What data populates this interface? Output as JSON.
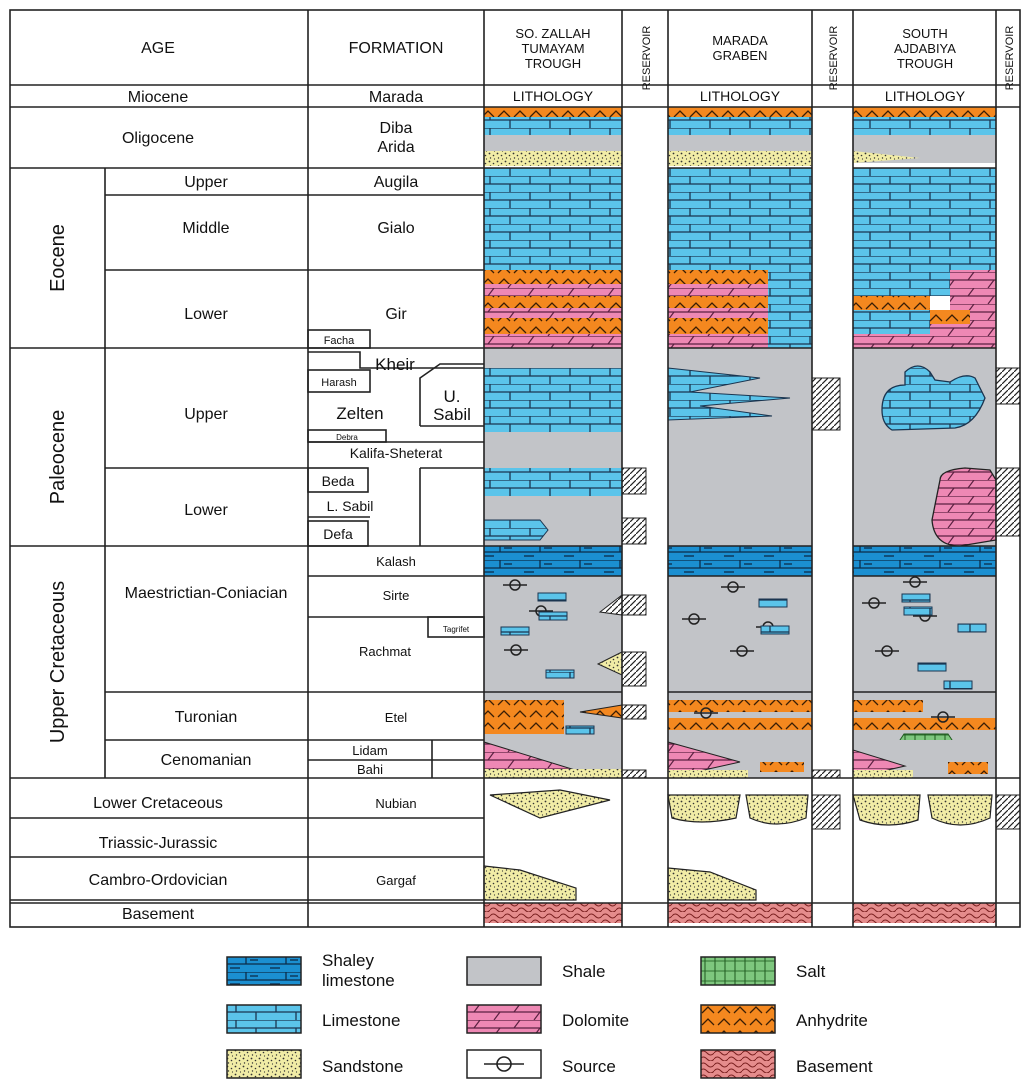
{
  "header": {
    "age": "AGE",
    "formation": "FORMATION",
    "sections": [
      {
        "title_lines": [
          "SO. ZALLAH",
          "TUMAYAM",
          "TROUGH"
        ],
        "lithology": "LITHOLOGY",
        "reservoir": "RESERVOIR"
      },
      {
        "title_lines": [
          "MARADA",
          "GRABEN"
        ],
        "lithology": "LITHOLOGY",
        "reservoir": "RESERVOIR"
      },
      {
        "title_lines": [
          "SOUTH",
          "AJDABIYA",
          "TROUGH"
        ],
        "lithology": "LITHOLOGY",
        "reservoir": "RESERVOIR"
      }
    ]
  },
  "periods": [
    "Eocene",
    "Paleocene",
    "Upper Cretaceous"
  ],
  "ages": [
    "Miocene",
    "Oligocene",
    "Upper",
    "Middle",
    "Lower",
    "Upper",
    "Lower",
    "Maestrictian-Coniacian",
    "Turonian",
    "Cenomanian",
    "Lower Cretaceous",
    "Triassic-Jurassic",
    "Cambro-Ordovician",
    "Basement"
  ],
  "formations": {
    "marada": "Marada",
    "diba_arida": [
      "Diba",
      "Arida"
    ],
    "augila": "Augila",
    "gialo": "Gialo",
    "gir": "Gir",
    "facha": "Facha",
    "kheir": "Kheir",
    "harash": "Harash",
    "zelten": "Zelten",
    "u_sabil": [
      "U.",
      "Sabil"
    ],
    "debra": "Debra",
    "kalifa_sheterat": "Kalifa-Sheterat",
    "beda": "Beda",
    "l_sabil": "L. Sabil",
    "defa": "Defa",
    "kalash": "Kalash",
    "sirte": "Sirte",
    "tagrifet": "Tagrifet",
    "rachmat": "Rachmat",
    "etel": "Etel",
    "lidam": "Lidam",
    "bahi": "Bahi",
    "nubian": "Nubian",
    "gargaf": "Gargaf"
  },
  "legend": [
    {
      "label_lines": [
        "Shaley",
        "limestone"
      ],
      "pattern": "shaley-limestone"
    },
    {
      "label_lines": [
        "Shale"
      ],
      "pattern": "shale"
    },
    {
      "label_lines": [
        "Salt"
      ],
      "pattern": "salt"
    },
    {
      "label_lines": [
        "Limestone"
      ],
      "pattern": "limestone"
    },
    {
      "label_lines": [
        "Dolomite"
      ],
      "pattern": "dolomite"
    },
    {
      "label_lines": [
        "Anhydrite"
      ],
      "pattern": "anhydrite"
    },
    {
      "label_lines": [
        "Sandstone"
      ],
      "pattern": "sandstone"
    },
    {
      "label_lines": [
        "Source"
      ],
      "pattern": "source"
    },
    {
      "label_lines": [
        "Basement"
      ],
      "pattern": "basement"
    }
  ],
  "colors": {
    "limestone": "#5bc4ea",
    "shaley_limestone": "#1b8fd1",
    "shale": "#c2c4c8",
    "dolomite": "#ee88b4",
    "anhydrite": "#f4881f",
    "sandstone": "#f1eca6",
    "salt": "#7ec77e",
    "basement": "#e58c8c",
    "line": "#222222"
  }
}
